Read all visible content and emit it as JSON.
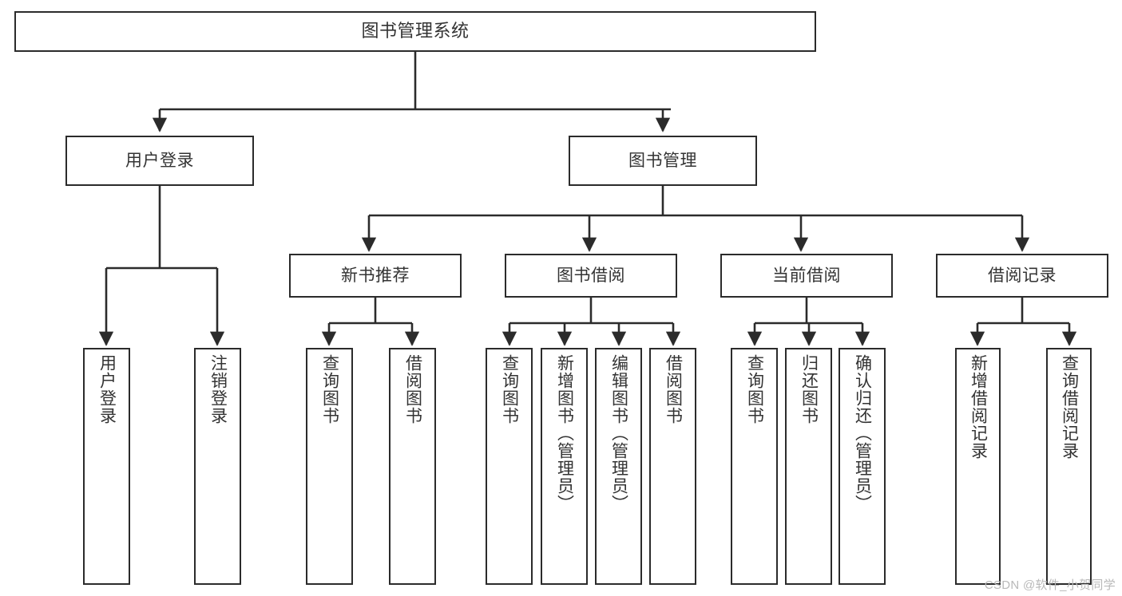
{
  "diagram": {
    "title": "图书管理系统",
    "watermark": "CSDN @软件_小贺同学",
    "colors": {
      "box_border": "#2b2b2b",
      "box_fill": "#ffffff",
      "edge": "#2b2b2b",
      "text": "#333333",
      "watermark": "#b9b9b9"
    },
    "root": {
      "label": "图书管理系统"
    },
    "tier1": [
      {
        "label": "用户登录"
      },
      {
        "label": "图书管理"
      }
    ],
    "tier2": [
      {
        "label": "新书推荐"
      },
      {
        "label": "图书借阅"
      },
      {
        "label": "当前借阅"
      },
      {
        "label": "借阅记录"
      }
    ],
    "leaves": {
      "user_login": [
        {
          "label": "用户登录"
        },
        {
          "label": "注销登录"
        }
      ],
      "new_book_recommend": [
        {
          "label": "查询图书"
        },
        {
          "label": "借阅图书"
        }
      ],
      "book_borrow": [
        {
          "label": "查询图书"
        },
        {
          "label": "新增图书（管理员）"
        },
        {
          "label": "编辑图书（管理员）"
        },
        {
          "label": "借阅图书"
        }
      ],
      "current_borrow": [
        {
          "label": "查询图书"
        },
        {
          "label": "归还图书"
        },
        {
          "label": "确认归还（管理员）"
        }
      ],
      "borrow_record": [
        {
          "label": "新增借阅记录"
        },
        {
          "label": "查询借阅记录"
        }
      ]
    }
  }
}
